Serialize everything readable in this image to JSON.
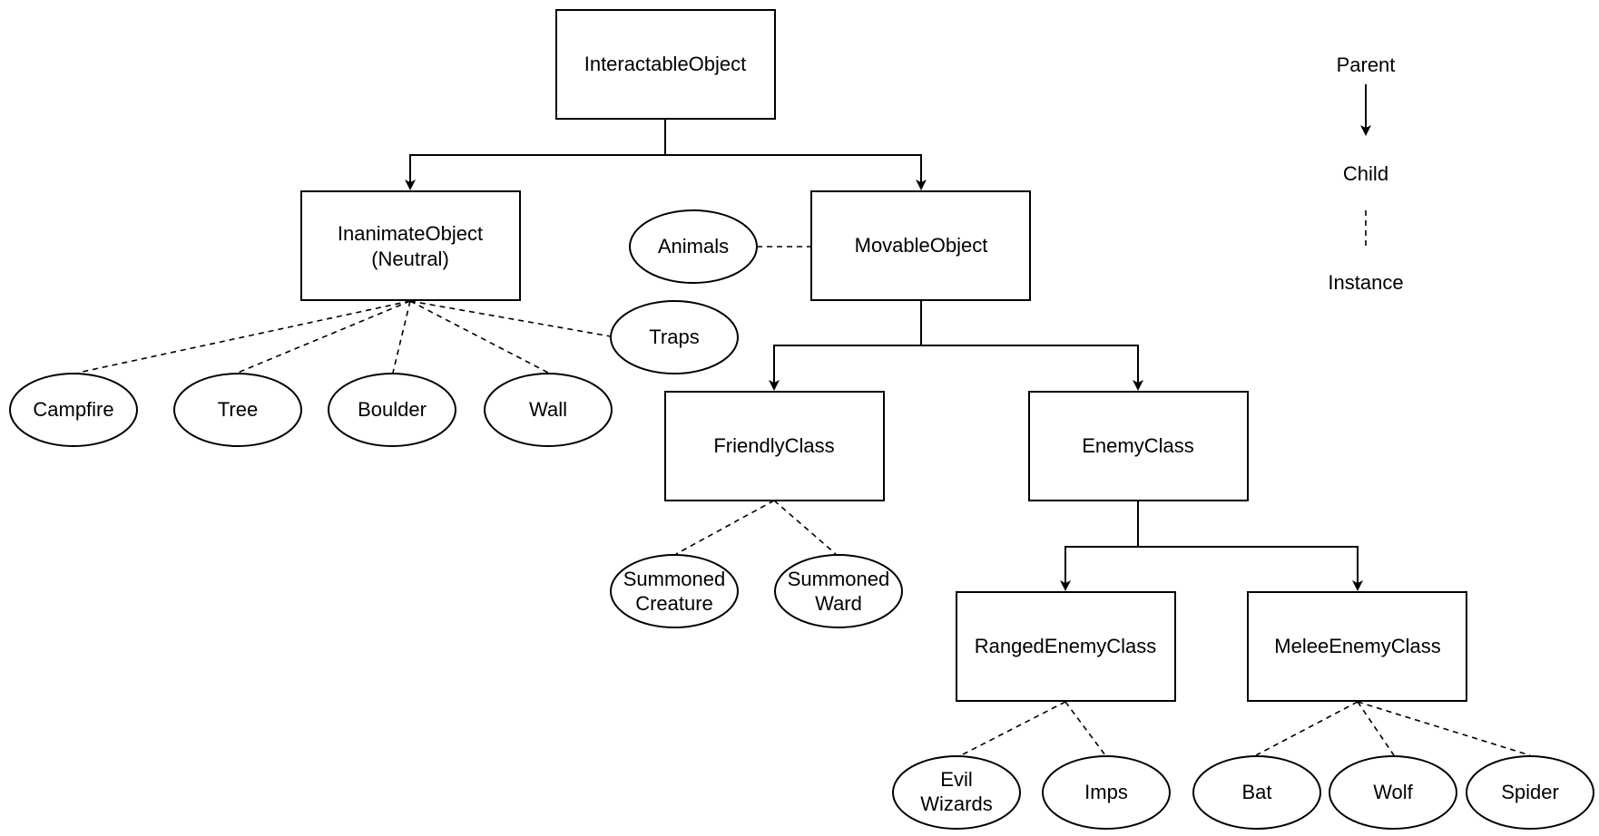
{
  "nodes": {
    "interactable_object": "InteractableObject",
    "inanimate_object": "InanimateObject",
    "inanimate_object_sub": "(Neutral)",
    "movable_object": "MovableObject",
    "friendly_class": "FriendlyClass",
    "enemy_class": "EnemyClass",
    "ranged_enemy_class": "RangedEnemyClass",
    "melee_enemy_class": "MeleeEnemyClass"
  },
  "instances": {
    "animals": "Animals",
    "traps": "Traps",
    "campfire": "Campfire",
    "tree": "Tree",
    "boulder": "Boulder",
    "wall": "Wall",
    "summoned_creature_line1": "Summoned",
    "summoned_creature_line2": "Creature",
    "summoned_ward_line1": "Summoned",
    "summoned_ward_line2": "Ward",
    "evil_wizards_line1": "Evil",
    "evil_wizards_line2": "Wizards",
    "imps": "Imps",
    "bat": "Bat",
    "wolf": "Wolf",
    "spider": "Spider"
  },
  "legend": {
    "parent": "Parent",
    "child": "Child",
    "instance": "Instance"
  }
}
